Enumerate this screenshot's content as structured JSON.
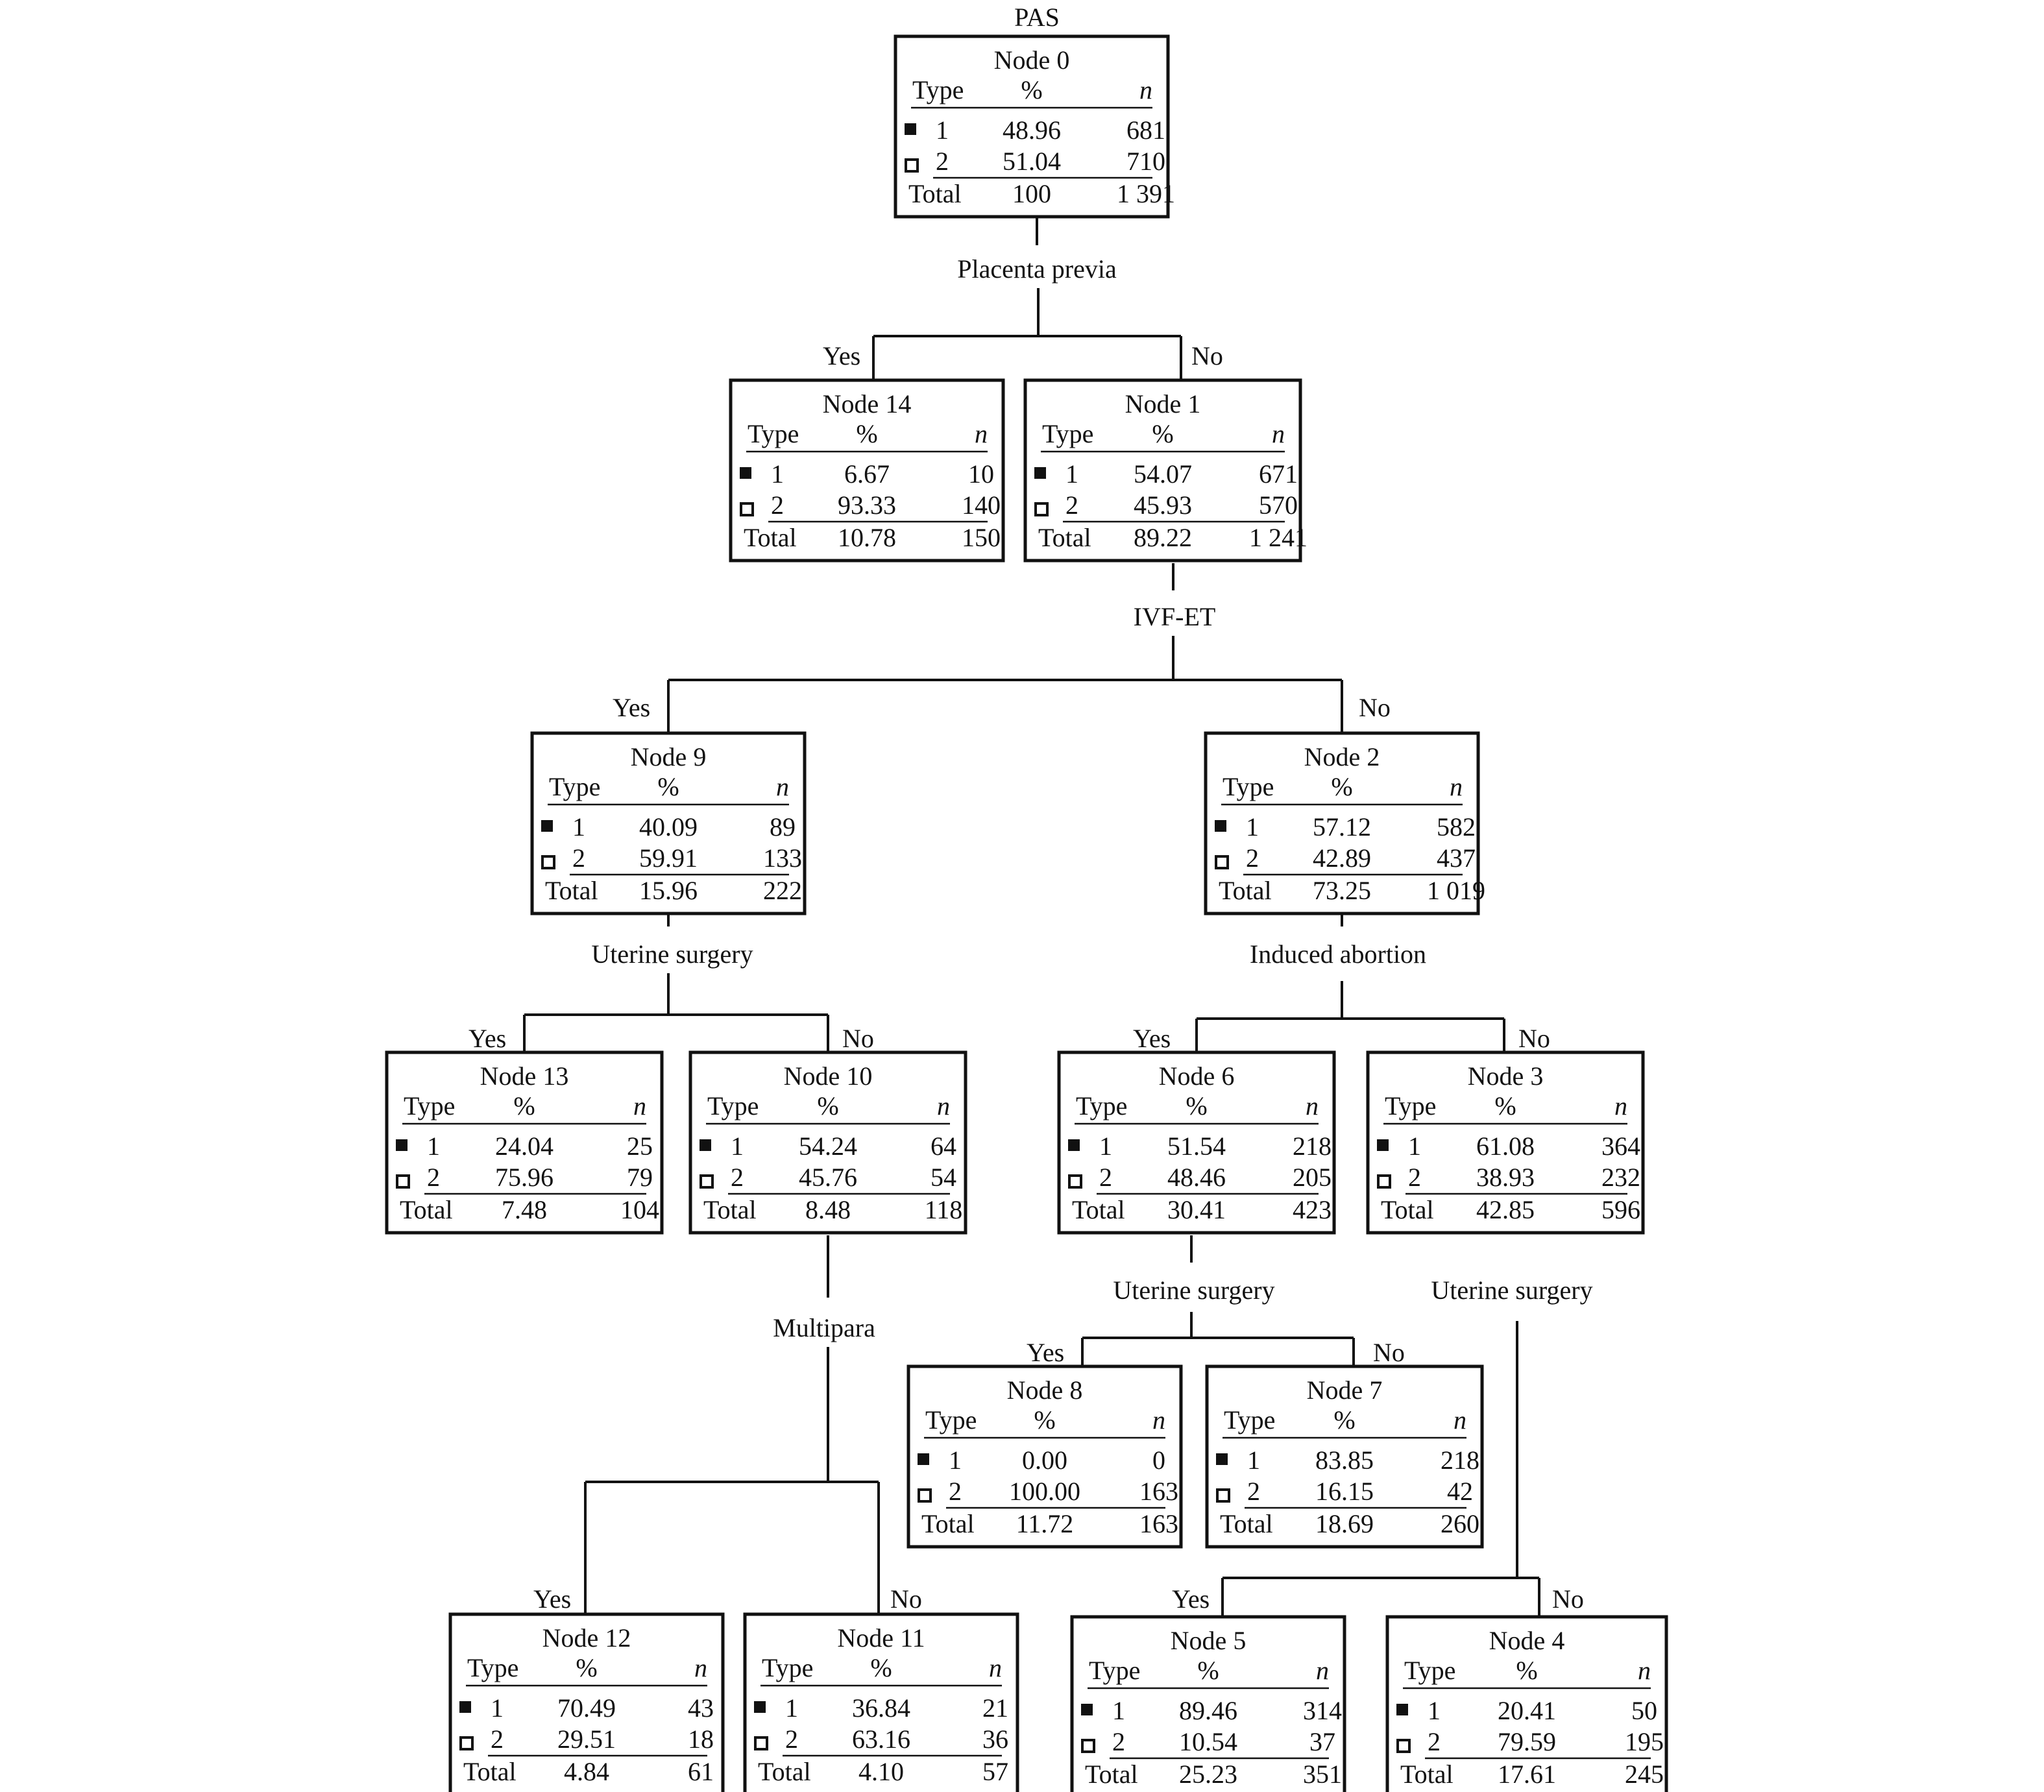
{
  "root_label": "PAS",
  "header": {
    "type": "Type",
    "pct": "%",
    "n": "n"
  },
  "total_label": "Total",
  "nodes": [
    {
      "id": "0",
      "title": "Node 0",
      "r1": [
        "1",
        "48.96",
        "681"
      ],
      "r2": [
        "2",
        "51.04",
        "710"
      ],
      "total": [
        "100",
        "1 391"
      ]
    },
    {
      "id": "14",
      "title": "Node 14",
      "r1": [
        "1",
        "6.67",
        "10"
      ],
      "r2": [
        "2",
        "93.33",
        "140"
      ],
      "total": [
        "10.78",
        "150"
      ]
    },
    {
      "id": "1",
      "title": "Node 1",
      "r1": [
        "1",
        "54.07",
        "671"
      ],
      "r2": [
        "2",
        "45.93",
        "570"
      ],
      "total": [
        "89.22",
        "1 241"
      ]
    },
    {
      "id": "9",
      "title": "Node 9",
      "r1": [
        "1",
        "40.09",
        "89"
      ],
      "r2": [
        "2",
        "59.91",
        "133"
      ],
      "total": [
        "15.96",
        "222"
      ]
    },
    {
      "id": "2",
      "title": "Node 2",
      "r1": [
        "1",
        "57.12",
        "582"
      ],
      "r2": [
        "2",
        "42.89",
        "437"
      ],
      "total": [
        "73.25",
        "1 019"
      ]
    },
    {
      "id": "13",
      "title": "Node 13",
      "r1": [
        "1",
        "24.04",
        "25"
      ],
      "r2": [
        "2",
        "75.96",
        "79"
      ],
      "total": [
        "7.48",
        "104"
      ]
    },
    {
      "id": "10",
      "title": "Node 10",
      "r1": [
        "1",
        "54.24",
        "64"
      ],
      "r2": [
        "2",
        "45.76",
        "54"
      ],
      "total": [
        "8.48",
        "118"
      ]
    },
    {
      "id": "6",
      "title": "Node 6",
      "r1": [
        "1",
        "51.54",
        "218"
      ],
      "r2": [
        "2",
        "48.46",
        "205"
      ],
      "total": [
        "30.41",
        "423"
      ]
    },
    {
      "id": "3",
      "title": "Node 3",
      "r1": [
        "1",
        "61.08",
        "364"
      ],
      "r2": [
        "2",
        "38.93",
        "232"
      ],
      "total": [
        "42.85",
        "596"
      ]
    },
    {
      "id": "8",
      "title": "Node 8",
      "r1": [
        "1",
        "0.00",
        "0"
      ],
      "r2": [
        "2",
        "100.00",
        "163"
      ],
      "total": [
        "11.72",
        "163"
      ]
    },
    {
      "id": "7",
      "title": "Node 7",
      "r1": [
        "1",
        "83.85",
        "218"
      ],
      "r2": [
        "2",
        "16.15",
        "42"
      ],
      "total": [
        "18.69",
        "260"
      ]
    },
    {
      "id": "12",
      "title": "Node 12",
      "r1": [
        "1",
        "70.49",
        "43"
      ],
      "r2": [
        "2",
        "29.51",
        "18"
      ],
      "total": [
        "4.84",
        "61"
      ]
    },
    {
      "id": "11",
      "title": "Node 11",
      "r1": [
        "1",
        "36.84",
        "21"
      ],
      "r2": [
        "2",
        "63.16",
        "36"
      ],
      "total": [
        "4.10",
        "57"
      ]
    },
    {
      "id": "5",
      "title": "Node 5",
      "r1": [
        "1",
        "89.46",
        "314"
      ],
      "r2": [
        "2",
        "10.54",
        "37"
      ],
      "total": [
        "25.23",
        "351"
      ]
    },
    {
      "id": "4",
      "title": "Node 4",
      "r1": [
        "1",
        "20.41",
        "50"
      ],
      "r2": [
        "2",
        "79.59",
        "195"
      ],
      "total": [
        "17.61",
        "245"
      ]
    }
  ],
  "splits": [
    {
      "id": "s0",
      "label": "Placenta previa",
      "yes": "Yes",
      "no": "No"
    },
    {
      "id": "s1",
      "label": "IVF-ET",
      "yes": "Yes",
      "no": "No"
    },
    {
      "id": "s9",
      "label": "Uterine surgery",
      "yes": "Yes",
      "no": "No"
    },
    {
      "id": "s2",
      "label": "Induced abortion",
      "yes": "Yes",
      "no": "No"
    },
    {
      "id": "s10",
      "label": "Multipara",
      "yes": "Yes",
      "no": "No"
    },
    {
      "id": "s6",
      "label": "Uterine surgery",
      "yes": "Yes",
      "no": "No"
    },
    {
      "id": "s3",
      "label": "Uterine surgery",
      "yes": "Yes",
      "no": "No"
    }
  ]
}
